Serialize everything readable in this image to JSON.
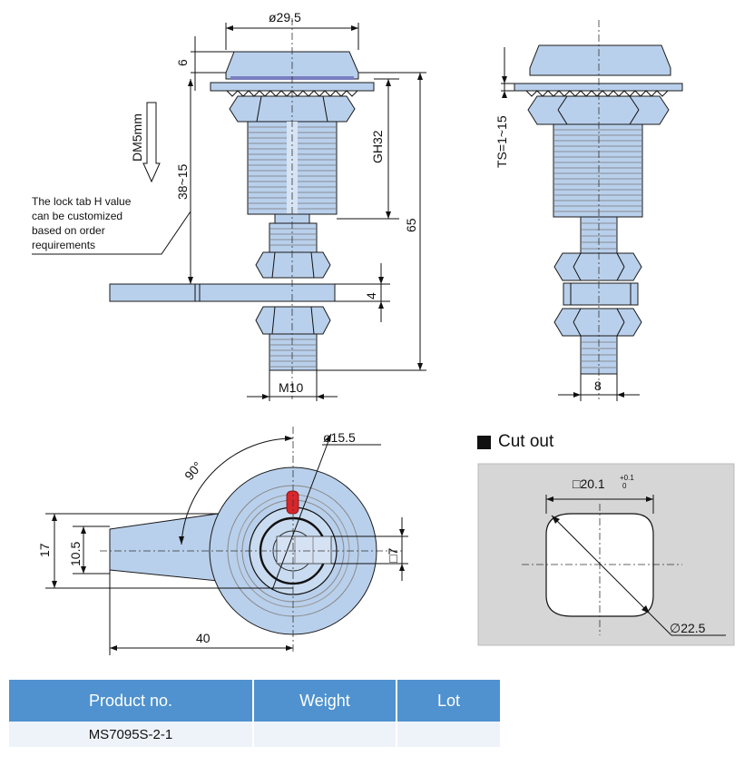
{
  "front_view": {
    "dim_diameter_top": "ø29.5",
    "dim_head_height": "6",
    "dim_dm": "DM5mm",
    "dim_tab_range": "38~15",
    "dim_gh": "GH32",
    "dim_total": "65",
    "dim_tab_thickness": "4",
    "dim_thread": "M10",
    "note_lines": [
      "The lock tab H value",
      "can be customized",
      "based on order",
      "requirements"
    ]
  },
  "side_view": {
    "dim_ts": "TS=1~15",
    "dim_width": "8"
  },
  "top_view": {
    "dim_angle": "90°",
    "dim_diameter": "ø15.5",
    "dim_height_outer": "17",
    "dim_height_inner": "10.5",
    "dim_square": "□7",
    "dim_length": "40"
  },
  "cutout": {
    "title": "Cut out",
    "dim_square": "□20.1",
    "tolerance_upper": "+0.1",
    "tolerance_lower": "0",
    "dim_diameter": "∅22.5"
  },
  "table": {
    "headers": [
      "Product no.",
      "Weight",
      "Lot"
    ],
    "rows": [
      [
        "MS7095S-2-1",
        "",
        ""
      ]
    ]
  },
  "colors": {
    "part_fill": "#b9d0ec",
    "table_header": "#4f92cf",
    "table_row": "#eef3fa",
    "cutout_panel": "#d6d6d6",
    "knob_mark": "#d8262b"
  }
}
